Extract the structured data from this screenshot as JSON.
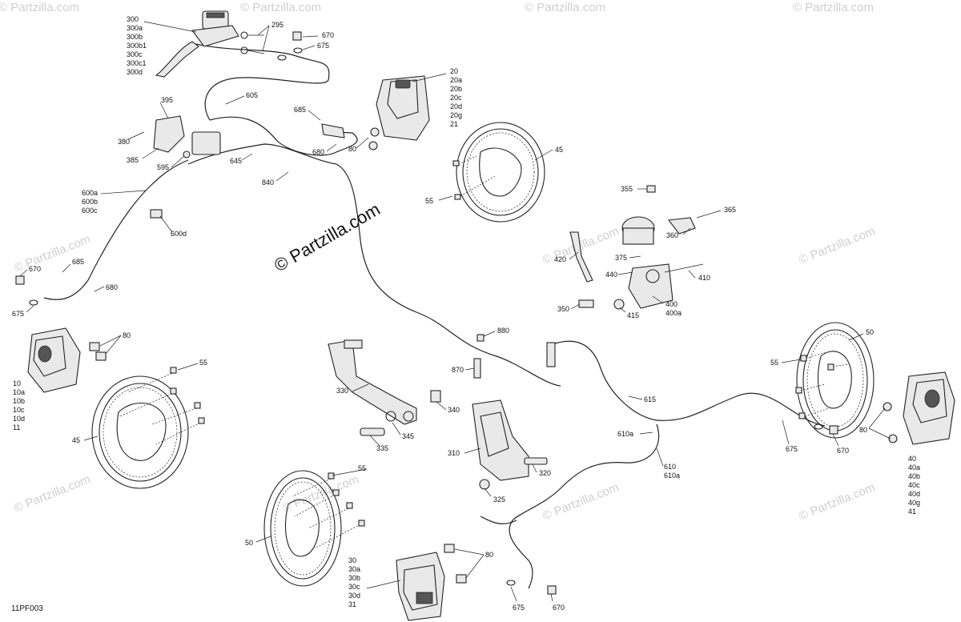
{
  "diagram_code": "11PF003",
  "watermarks": {
    "main": "© Partzilla.com",
    "faint": "© Partzilla.com"
  },
  "callouts": {
    "c300": [
      "300",
      "300a",
      "300b",
      "300b1",
      "300c",
      "300c1",
      "300d"
    ],
    "c295": "295",
    "c670a": "670",
    "c675a": "675",
    "c20": [
      "20",
      "20a",
      "20b",
      "20c",
      "20d",
      "20g",
      "21"
    ],
    "c605": "605",
    "c395": "395",
    "c685a": "685",
    "c380": "380",
    "c385": "385",
    "c595": "595",
    "c645": "645",
    "c680a": "680",
    "c80a": "80",
    "c840": "840",
    "c45a": "45",
    "c55a": "55",
    "c600": [
      "600a",
      "600b",
      "600c"
    ],
    "c600d": "600d",
    "c355": "355",
    "c365": "365",
    "c360": "360",
    "c420": "420",
    "c375": "375",
    "c440": "440",
    "c410": "410",
    "c400": [
      "400",
      "400a"
    ],
    "c350": "350",
    "c415": "415",
    "c670b": "670",
    "c685b": "685",
    "c680b": "680",
    "c675b": "675",
    "c80b": "80",
    "c55b": "55",
    "c10": [
      "10",
      "10a",
      "10b",
      "10c",
      "10d",
      "11"
    ],
    "c45b": "45",
    "c880": "880",
    "c870": "870",
    "c330": "330",
    "c340": "340",
    "c345": "345",
    "c335": "335",
    "c50a": "50",
    "c55c": "55",
    "c615": "615",
    "c610a": "610a",
    "c610": [
      "610",
      "610a"
    ],
    "c310": "310",
    "c320": "320",
    "c325": "325",
    "c675c": "675",
    "c670c": "670",
    "c80c": "80",
    "c40": [
      "40",
      "40a",
      "40b",
      "40c",
      "40d",
      "40g",
      "41"
    ],
    "c55d": "55",
    "c50b": "50",
    "c30": [
      "30",
      "30a",
      "30b",
      "30c",
      "30d",
      "31"
    ],
    "c80d": "80",
    "c675d": "675",
    "c670d": "670"
  }
}
